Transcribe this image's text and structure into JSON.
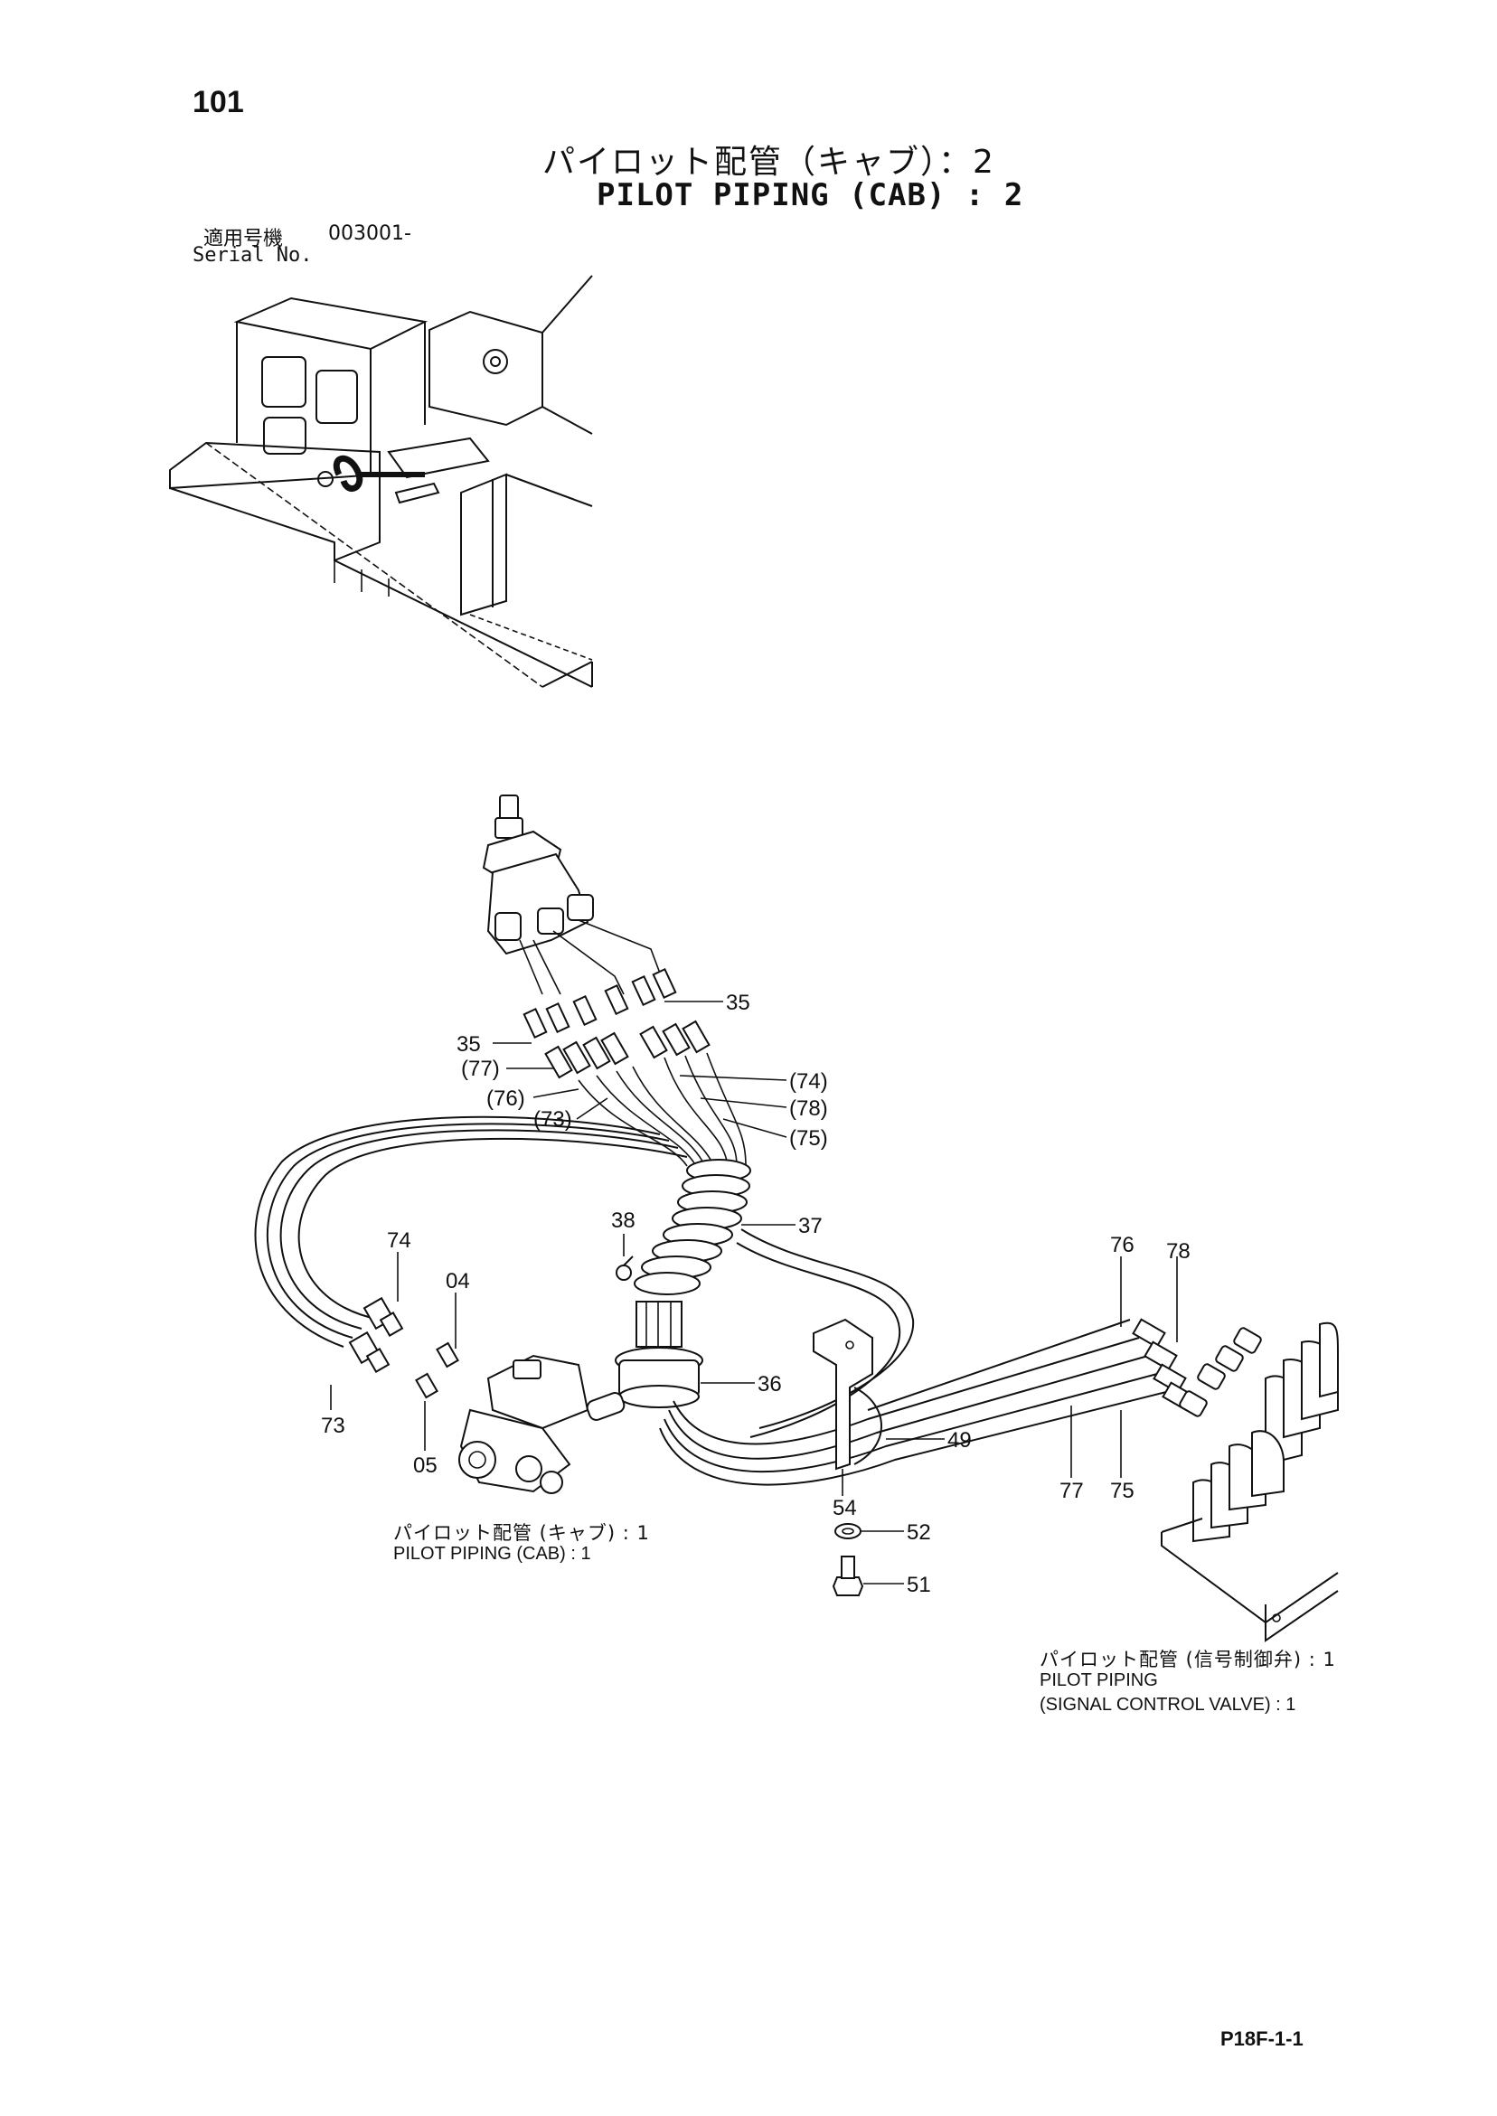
{
  "page": {
    "number": "101",
    "title_jp": "パイロット配管（キャブ）：2",
    "title_en": "PILOT PIPING (CAB) : 2",
    "serial_label_jp": "適用号機",
    "serial_value": "003001-",
    "serial_label_en": "Serial No.",
    "footer_code": "P18F-1-1"
  },
  "captions": {
    "cab1_jp": "パイロット配管 (キャブ) : 1",
    "cab1_en": "PILOT PIPING (CAB) : 1",
    "valve_jp": "パイロット配管 (信号制御弁) : 1",
    "valve_en_line1": "PILOT PIPING",
    "valve_en_line2": "(SIGNAL CONTROL VALVE) : 1"
  },
  "callouts": {
    "c35a": "35",
    "c35b": "35",
    "c77": "(77)",
    "c76": "(76)",
    "c73p": "(73)",
    "c74p": "(74)",
    "c78p": "(78)",
    "c75p": "(75)",
    "c38": "38",
    "c37": "37",
    "c74": "74",
    "c04": "04",
    "c73": "73",
    "c05": "05",
    "c36": "36",
    "c76b": "76",
    "c78b": "78",
    "c49": "49",
    "c77b": "77",
    "c75b": "75",
    "c54": "54",
    "c52": "52",
    "c51": "51"
  }
}
